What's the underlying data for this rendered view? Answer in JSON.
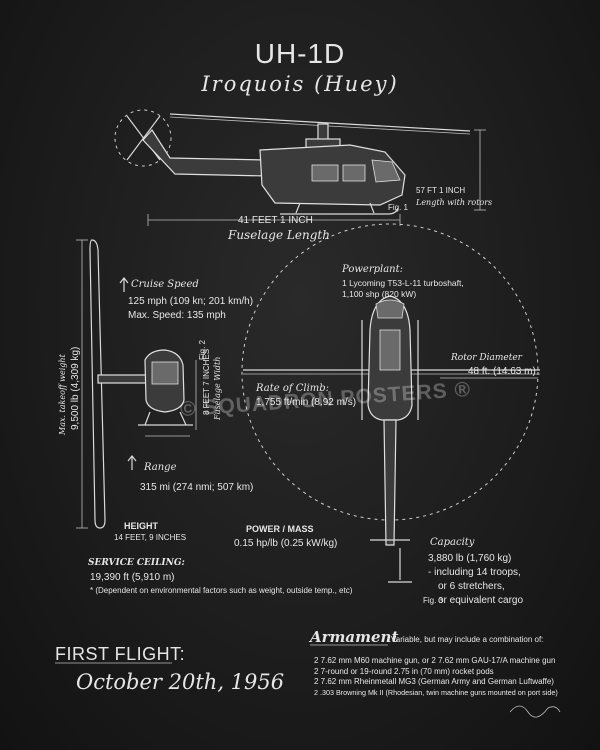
{
  "header": {
    "model": "UH-1D",
    "name": "Iroquois (Huey)"
  },
  "side_view": {
    "length_with_rotors": "57 FT 1 INCH",
    "length_with_rotors_note": "Length with rotors",
    "fuselage_length": "41 FEET 1 INCH",
    "fuselage_length_label": "Fuselage Length",
    "fig": "Fig. 1"
  },
  "front_view": {
    "width_value": "8 FEET 7 INCHES",
    "width_label": "Fuselage Width",
    "fig": "Fig. 2"
  },
  "top_view": {
    "fig": "Fig. 3"
  },
  "specs": {
    "cruise_speed_label": "Cruise Speed",
    "cruise_speed_value": "125 mph (109 kn; 201 km/h)",
    "max_speed": "Max. Speed: 135 mph",
    "powerplant_label": "Powerplant:",
    "powerplant_line1": "1 Lycoming T53-L-11 turboshaft,",
    "powerplant_line2": "1,100 shp (820 kW)",
    "rotor_label": "Rotor Diameter",
    "rotor_value": "48 ft. (14.63 m)",
    "climb_label": "Rate of Climb:",
    "climb_value": "1,755 ft/min (8.92 m/s)",
    "mtow_label": "Max. takeoff weight",
    "mtow_value": "9,500 lb (4,309 kg)",
    "range_label": "Range",
    "range_value": "315 mi (274 nmi; 507 km)",
    "height_label": "HEIGHT",
    "height_value": "14 FEET, 9 INCHES",
    "power_label": "POWER / MASS",
    "power_value": "0.15 hp/lb (0.25 kW/kg)",
    "ceiling_label": "SERVICE CEILING:",
    "ceiling_value": "19,390 ft (5,910 m)",
    "ceiling_note": "* (Dependent on environmental factors such as weight, outside temp., etc)",
    "capacity_label": "Capacity",
    "capacity_line1": "3,880 lb (1,760 kg)",
    "capacity_line2": "- including 14 troops,",
    "capacity_line3": "or 6 stretchers,",
    "capacity_line4": "or equivalent cargo"
  },
  "first_flight": {
    "label": "FIRST FLIGHT:",
    "date": "October 20th, 1956"
  },
  "armament": {
    "label": "Armament",
    "intro": "Variable, but may include a combination of:",
    "items": [
      "2 7.62 mm M60 machine gun, or 2 7.62 mm GAU-17/A machine gun",
      "2 7-round or 19-round 2.75 in (70 mm) rocket pods",
      "2 7.62 mm Rheinmetall MG3 (German Army and German Luftwaffe)",
      "2 .303 Browning Mk II (Rhodesian, twin machine guns mounted on port side)"
    ]
  },
  "watermark": "© SQUADRON POSTERS ®",
  "signature": "signature-scribble",
  "colors": {
    "background": "#1d1d1d",
    "chalk": "#e6e6e6",
    "fill": "#3b3b3b"
  }
}
